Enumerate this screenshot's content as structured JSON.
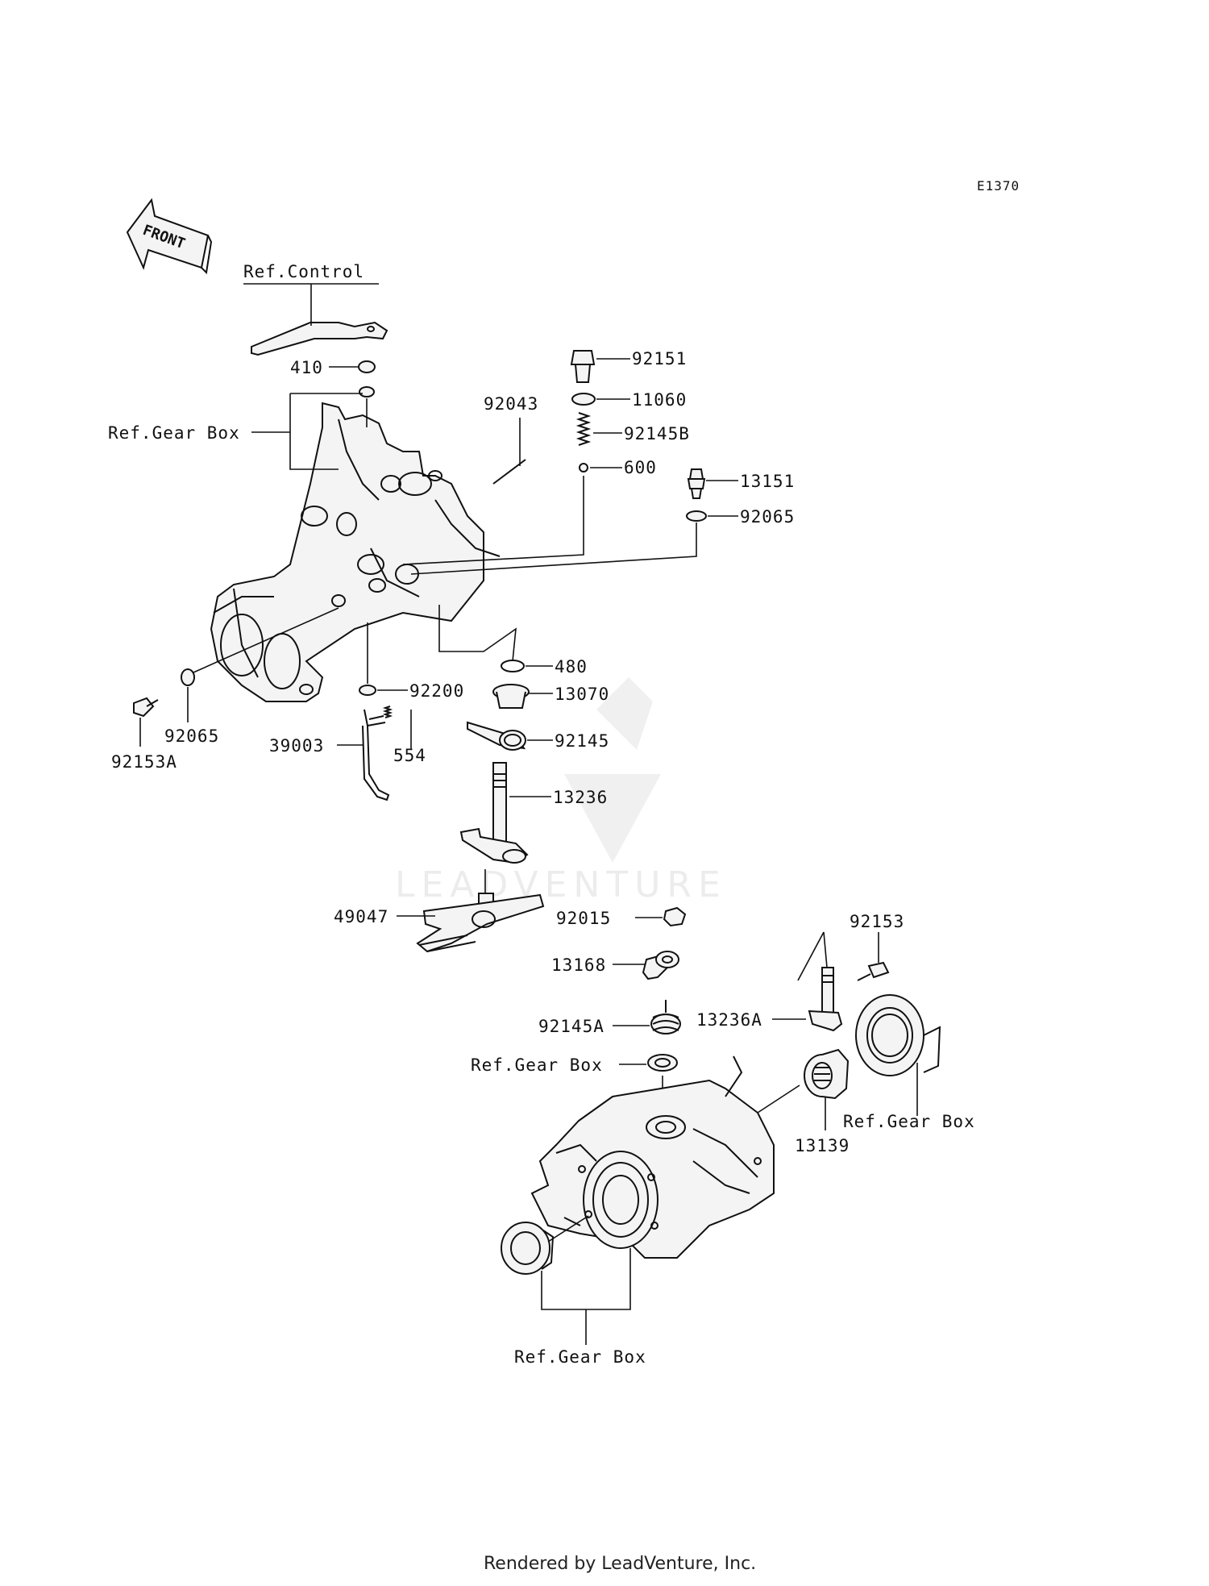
{
  "diagram_code": "E1370",
  "front_arrow_label": "FRONT",
  "watermark": "LEADVENTURE",
  "footer": "Rendered by LeadVenture, Inc.",
  "labels": {
    "ref_control": "Ref.Control",
    "p410": "410",
    "ref_gear_box_1": "Ref.Gear Box",
    "p92043": "92043",
    "p92151": "92151",
    "p11060": "11060",
    "p92145B": "92145B",
    "p600": "600",
    "p13151": "13151",
    "p92065_r": "92065",
    "p480": "480",
    "p13070": "13070",
    "p92200": "92200",
    "p92065_l": "92065",
    "p92153A": "92153A",
    "p39003": "39003",
    "p554": "554",
    "p92145": "92145",
    "p13236": "13236",
    "p49047": "49047",
    "p92015": "92015",
    "p13168": "13168",
    "p92145A": "92145A",
    "ref_gear_box_2": "Ref.Gear Box",
    "p92153": "92153",
    "p13236A": "13236A",
    "ref_gear_box_3": "Ref.Gear Box",
    "p13139": "13139",
    "ref_gear_box_4": "Ref.Gear Box"
  }
}
